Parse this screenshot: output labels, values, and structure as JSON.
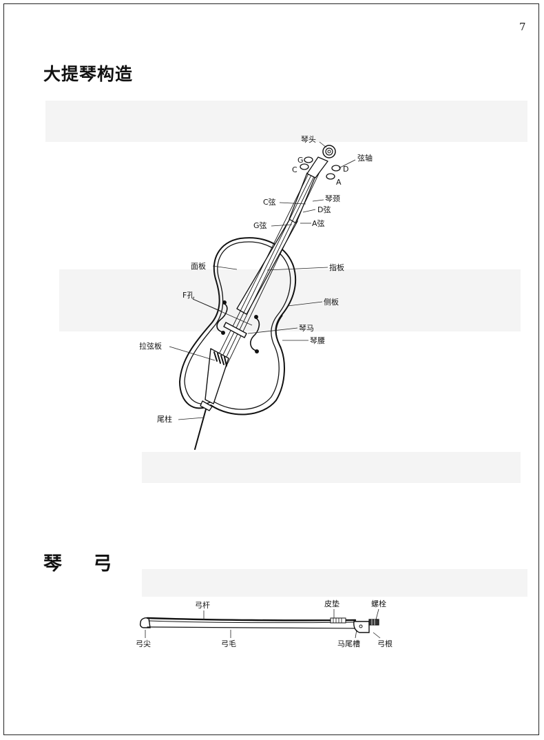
{
  "page_number": "7",
  "cello_section": {
    "title": "大提琴构造",
    "labels": {
      "scroll": "琴头",
      "pegs": "弦轴",
      "peg_c": "C",
      "peg_g": "G",
      "peg_d": "D",
      "peg_a": "A",
      "neck": "琴颈",
      "c_string": "C弦",
      "d_string": "D弦",
      "g_string": "G弦",
      "a_string": "A弦",
      "top_plate": "面板",
      "fingerboard": "指板",
      "f_holes": "F孔",
      "ribs": "侧板",
      "bridge": "琴马",
      "waist": "琴腰",
      "tailpiece": "拉弦板",
      "endpin": "尾柱"
    }
  },
  "bow_section": {
    "title": "琴 弓",
    "labels": {
      "stick": "弓杆",
      "grip": "皮垫",
      "screw": "螺栓",
      "tip": "弓尖",
      "hair": "弓毛",
      "frog_slot": "马尾槽",
      "frog": "弓根"
    }
  }
}
